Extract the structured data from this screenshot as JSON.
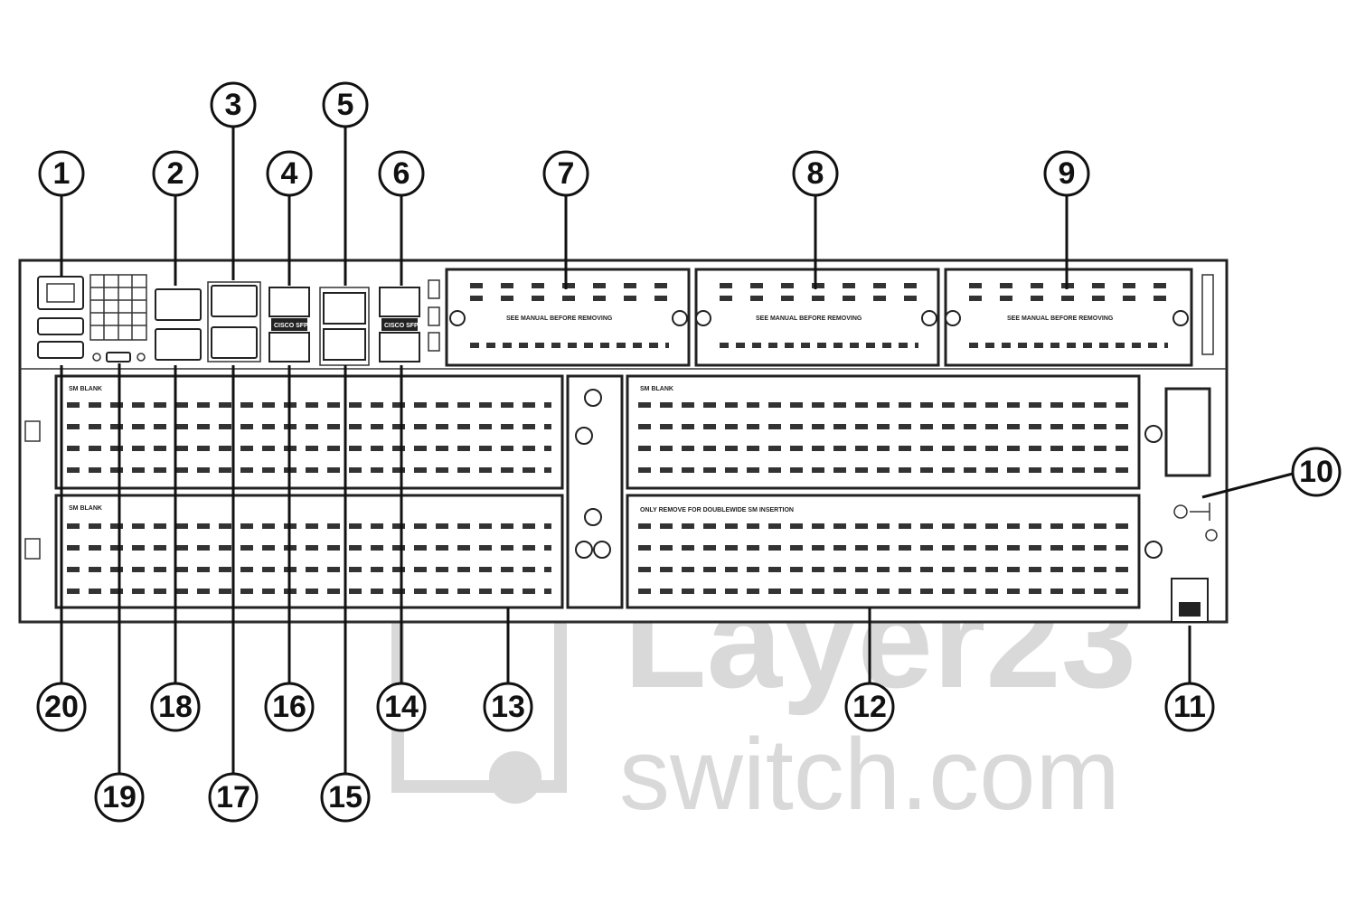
{
  "diagram": {
    "callouts": [
      "1",
      "2",
      "3",
      "4",
      "5",
      "6",
      "7",
      "8",
      "9",
      "10",
      "11",
      "12",
      "13",
      "14",
      "15",
      "16",
      "17",
      "18",
      "19",
      "20"
    ],
    "module_label": "SEE MANUAL BEFORE REMOVING",
    "blank_label": "SM BLANK",
    "remove_label": "ONLY REMOVE FOR DOUBLEWIDE SM INSERTION",
    "sfp_label": "CISCO SFP"
  },
  "watermark": {
    "line1": "Layer23",
    "line2": "switch.com"
  },
  "colors": {
    "line": "#111111",
    "watermark": "#d9d9d9",
    "background": "#ffffff"
  }
}
